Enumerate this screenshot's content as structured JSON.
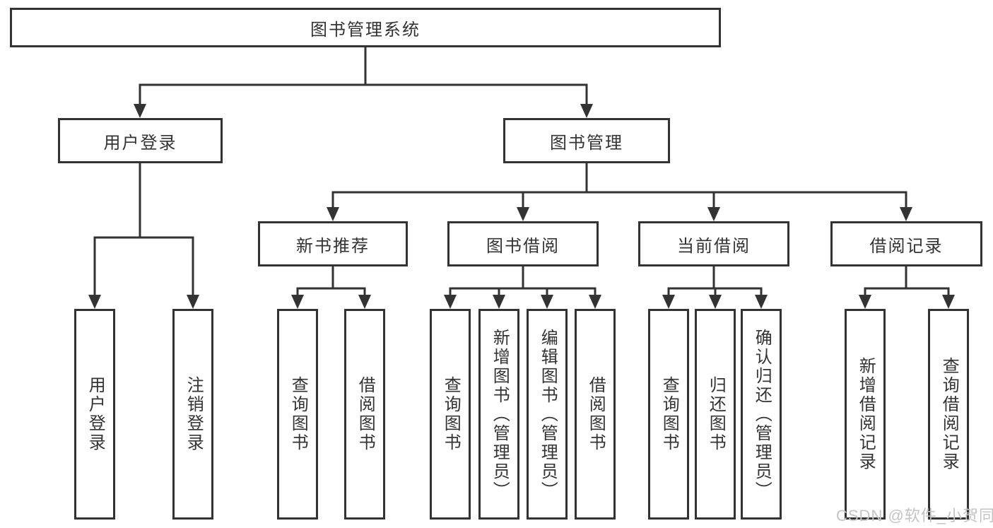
{
  "tree": {
    "label": "图书管理系统",
    "children": [
      {
        "label": "用户登录",
        "children": [
          {
            "label": "用户登录"
          },
          {
            "label": "注销登录"
          }
        ]
      },
      {
        "label": "图书管理",
        "children": [
          {
            "label": "新书推荐",
            "children": [
              {
                "label": "查询图书"
              },
              {
                "label": "借阅图书"
              }
            ]
          },
          {
            "label": "图书借阅",
            "children": [
              {
                "label": "查询图书"
              },
              {
                "label": "新增图书（管理员）"
              },
              {
                "label": "编辑图书（管理员）"
              },
              {
                "label": "借阅图书"
              }
            ]
          },
          {
            "label": "当前借阅",
            "children": [
              {
                "label": "查询图书"
              },
              {
                "label": "归还图书"
              },
              {
                "label": "确认归还（管理员）"
              }
            ]
          },
          {
            "label": "借阅记录",
            "children": [
              {
                "label": "新增借阅记录"
              },
              {
                "label": "查询借阅记录"
              }
            ]
          }
        ]
      }
    ]
  },
  "watermark": {
    "text": "CSDN @软件_小贺同学"
  },
  "colors": {
    "line": "#333333",
    "box_border": "#333333",
    "text": "#333333",
    "background": "#ffffff",
    "watermark_text": "#c4c4c4"
  }
}
